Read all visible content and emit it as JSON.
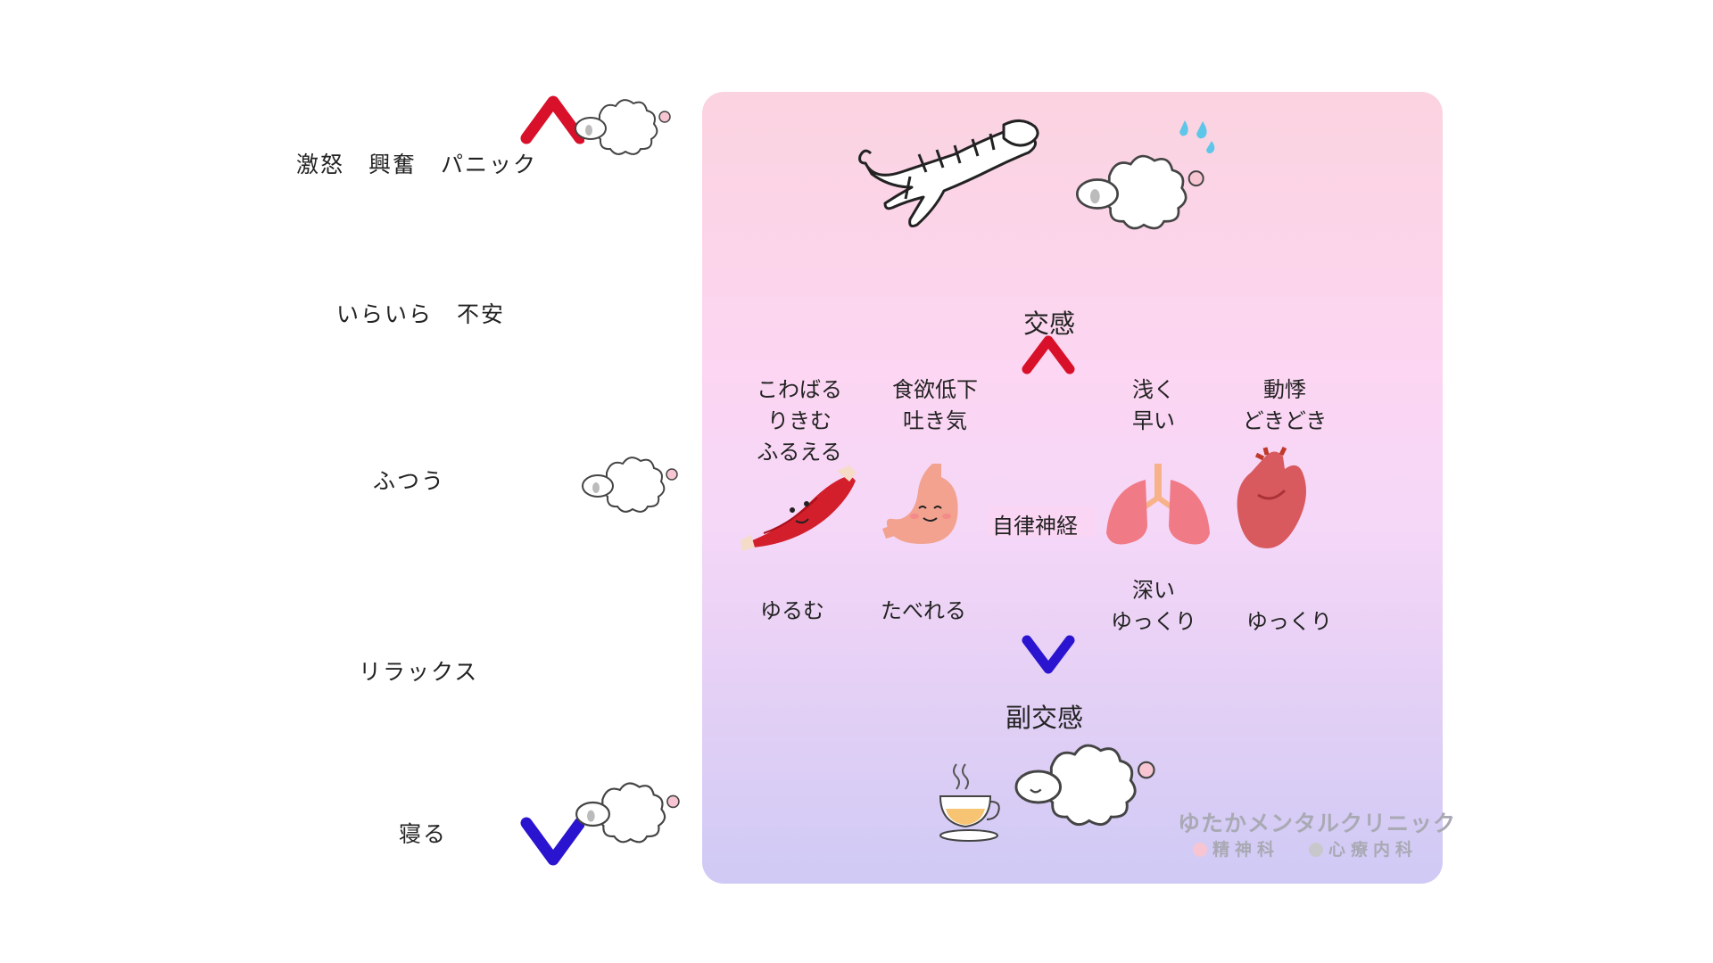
{
  "levels": [
    {
      "label": "激怒　興奮　パニック"
    },
    {
      "label": "いらいら　不安"
    },
    {
      "label": "ふつう"
    },
    {
      "label": "リラックス"
    },
    {
      "label": "寝る"
    }
  ],
  "nervous": {
    "sympathetic": "交感",
    "autonomic": "自律神経",
    "parasympathetic": "副交感"
  },
  "organs": [
    {
      "name": "muscle-icon",
      "top1": "こわばる",
      "top2": "りきむ",
      "top3": "ふるえる",
      "bottom1": "ゆるむ"
    },
    {
      "name": "stomach-icon",
      "top1": "食欲低下",
      "top2": "吐き気",
      "bottom1": "たべれる"
    },
    {
      "name": "lungs-icon",
      "top1": "浅く",
      "top2": "早い",
      "bottom1": "深い",
      "bottom2": "ゆっくり"
    },
    {
      "name": "heart-icon",
      "top1": "動悸",
      "top2": "どきどき",
      "bottom1": "ゆっくり"
    }
  ],
  "clinic": {
    "name": "ゆたかメンタルクリニック",
    "dept1": "精神科",
    "dept2": "心療内科"
  },
  "colors": {
    "arrow_top": "#d8102a",
    "arrow_mid": "#ee10d8",
    "arrow_bottom": "#2b14cf",
    "panel_top": "#fbd3e0",
    "panel_bottom": "#cfcaf5",
    "clinic_gray": "#a9a9b4",
    "dot_pink": "#f7c5d2",
    "dot_gray": "#c8c8cc"
  }
}
